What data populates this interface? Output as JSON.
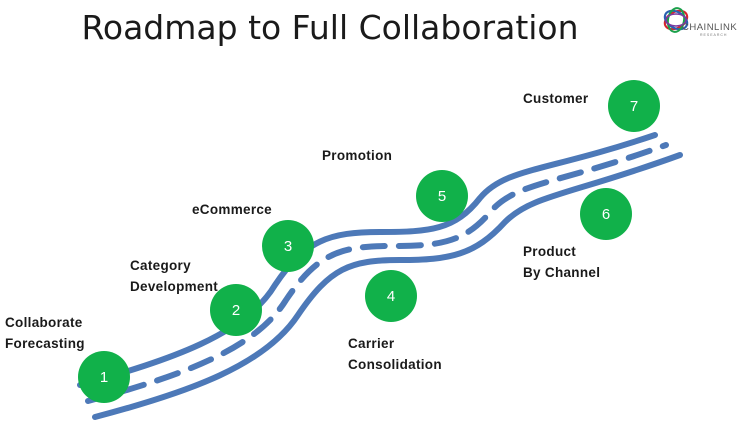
{
  "title": "Roadmap to Full Collaboration",
  "logo": {
    "text": "CHAINLINK",
    "subtext": "RESEARCH"
  },
  "colors": {
    "road": "#4d79b8",
    "milestone": "#11b14a"
  },
  "milestones": [
    {
      "number": "1",
      "label": [
        "Collaborate",
        "Forecasting"
      ]
    },
    {
      "number": "2",
      "label": [
        "Category",
        "Development"
      ]
    },
    {
      "number": "3",
      "label": [
        "eCommerce"
      ]
    },
    {
      "number": "4",
      "label": [
        "Carrier",
        "Consolidation"
      ]
    },
    {
      "number": "5",
      "label": [
        "Promotion"
      ]
    },
    {
      "number": "6",
      "label": [
        "Product",
        "By Channel"
      ]
    },
    {
      "number": "7",
      "label": [
        "Customer"
      ]
    }
  ]
}
